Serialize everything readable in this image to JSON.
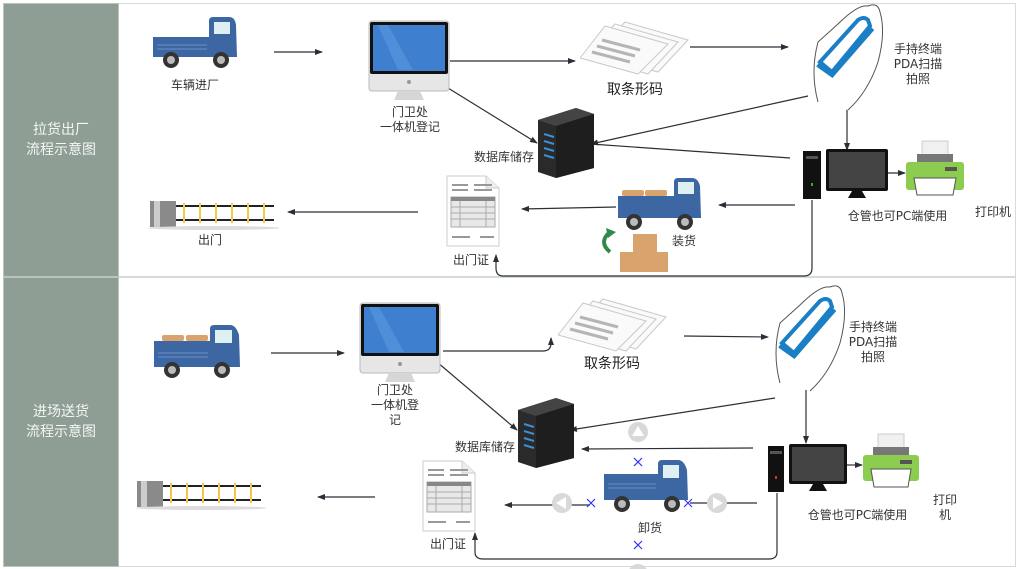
{
  "lanes": [
    {
      "title": "拉货出厂\n流程示意图",
      "nodes": {
        "truck_in": "车辆进厂",
        "gate_terminal": "门卫处\n一体机登记",
        "barcode": "取条形码",
        "pda": "手持终端\nPDA扫描\n拍照",
        "database": "数据库储存",
        "pc": "仓管也可PC端使用",
        "printer": "打印机",
        "loading": "装货",
        "exit_pass": "出门证",
        "exit_gate": "出门"
      }
    },
    {
      "title": "进场送货\n流程示意图",
      "nodes": {
        "gate_terminal": "门卫处\n一体机登\n记",
        "barcode": "取条形码",
        "pda": "手持终端\nPDA扫描\n拍照",
        "database": "数据库储存",
        "pc": "仓管也可PC端使用",
        "printer": "打印\n机",
        "unloading": "卸货",
        "exit_pass": "出门证"
      }
    }
  ],
  "colors": {
    "lane_label_bg": "#8e9e94",
    "truck_blue": "#3d67a3",
    "pda_blue": "#1a7fc4",
    "printer_green": "#8ccc4e",
    "connector": "#2b2f36",
    "selection_marker": "#3333ff"
  }
}
